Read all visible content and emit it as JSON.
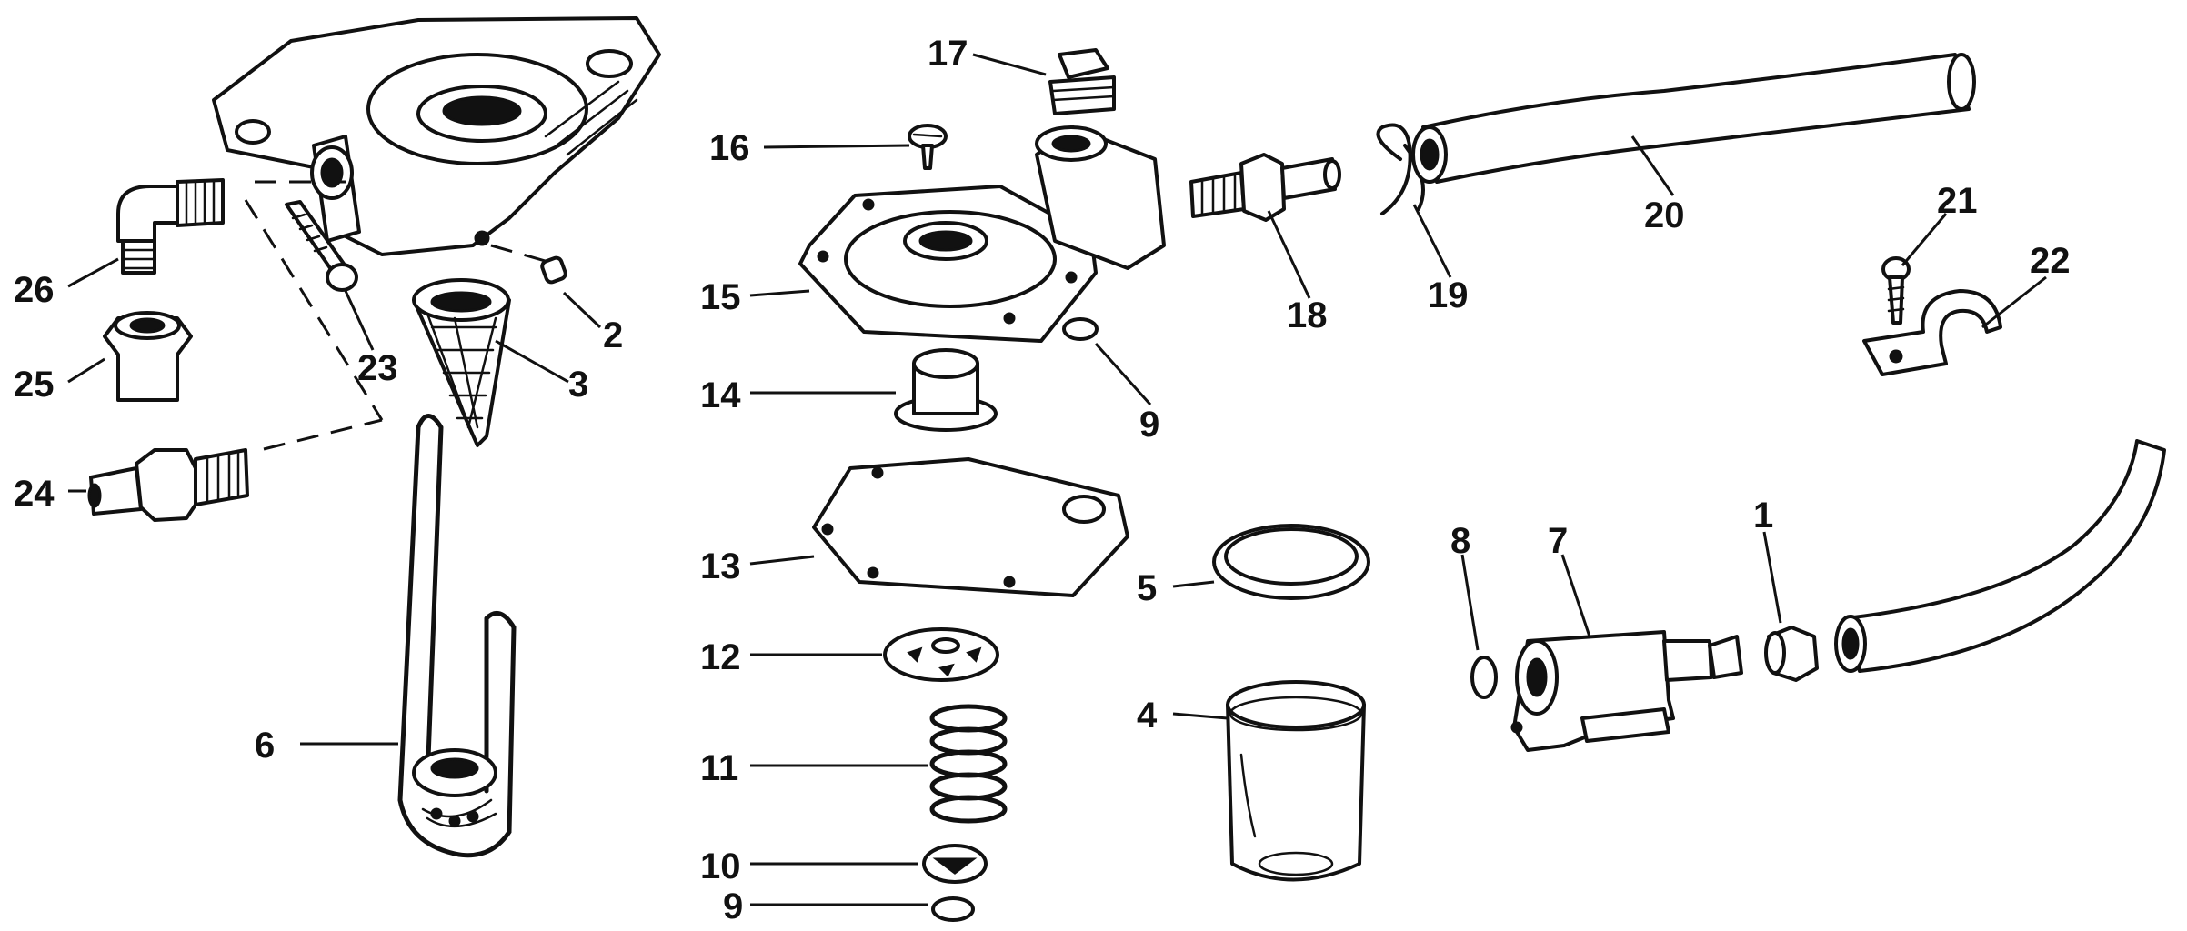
{
  "labels": {
    "p1": "1",
    "p2": "2",
    "p3": "3",
    "p4": "4",
    "p5": "5",
    "p6": "6",
    "p7": "7",
    "p8": "8",
    "p9a": "9",
    "p9b": "9",
    "p10": "10",
    "p11": "11",
    "p12": "12",
    "p13": "13",
    "p14": "14",
    "p15": "15",
    "p16": "16",
    "p17": "17",
    "p18": "18",
    "p19": "19",
    "p20": "20",
    "p21": "21",
    "p22": "22",
    "p23": "23",
    "p24": "24",
    "p25": "25",
    "p26": "26"
  }
}
